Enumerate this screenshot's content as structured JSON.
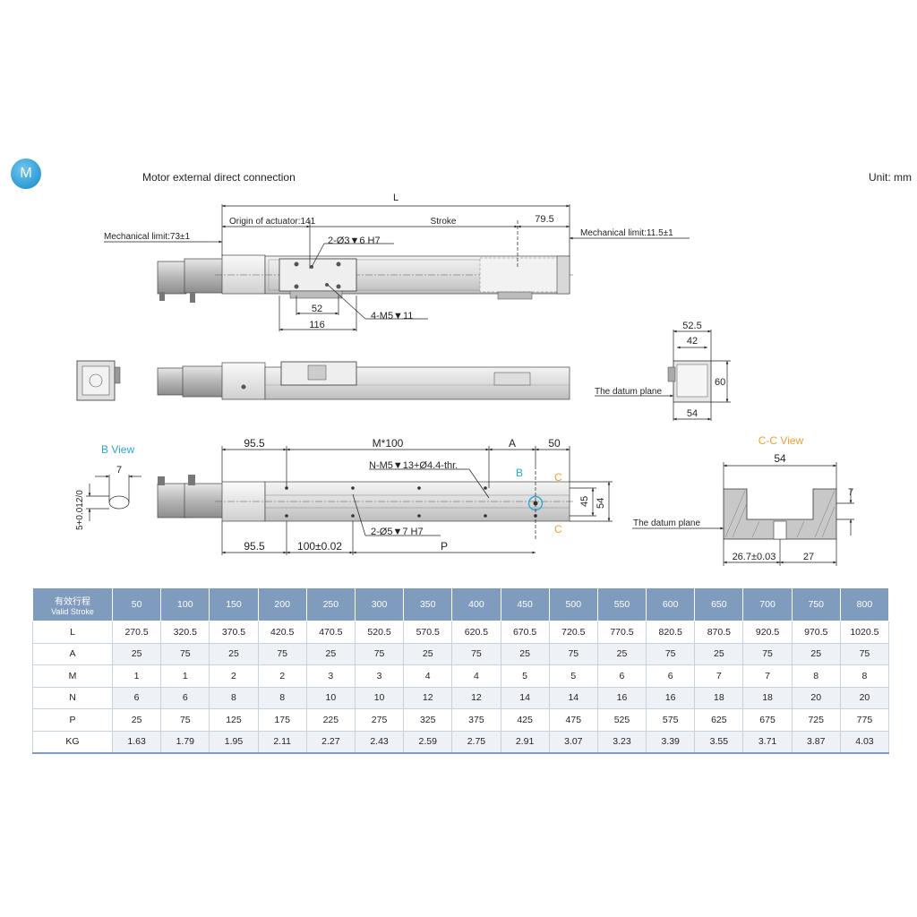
{
  "badge": "M",
  "title": "Motor external direct connection",
  "unit": "Unit: mm",
  "top_view": {
    "dim_L": "L",
    "origin": "Origin of actuator:141",
    "stroke": "Stroke",
    "dim_79_5": "79.5",
    "mech_left": "Mechanical limit:73±1",
    "mech_right": "Mechanical limit:11.5±1",
    "holes_h7": "2-Ø3▼6 H7",
    "holes_m5": "4-M5▼11",
    "dim_52": "52",
    "dim_116": "116"
  },
  "end_view": {
    "dim_52_5": "52.5",
    "dim_42": "42",
    "dim_60": "60",
    "dim_54": "54",
    "datum": "The datum plane"
  },
  "bottom_view": {
    "b_view": "B View",
    "dim_7": "7",
    "tol": "5+0.012/0",
    "dim_95_5_top": "95.5",
    "m100": "M*100",
    "dim_A": "A",
    "dim_50": "50",
    "nm5": "N-M5▼13+Ø4.4-thr.",
    "mark_B": "B",
    "mark_C1": "C",
    "mark_C2": "C",
    "dim_45": "45",
    "dim_54": "54",
    "holes_5": "2-Ø5▼7 H7",
    "dim_95_5_bot": "95.5",
    "dim_100": "100±0.02",
    "dim_P": "P"
  },
  "section_view": {
    "title": "C-C View",
    "dim_54": "54",
    "dim_7": "7",
    "datum": "The datum plane",
    "dim_26_7": "26.7±0.03",
    "dim_27": "27"
  },
  "table": {
    "header_cn": "有效行程",
    "header_en": "Valid Stroke",
    "strokes": [
      "50",
      "100",
      "150",
      "200",
      "250",
      "300",
      "350",
      "400",
      "450",
      "500",
      "550",
      "600",
      "650",
      "700",
      "750",
      "800"
    ],
    "rows": [
      {
        "label": "L",
        "values": [
          "270.5",
          "320.5",
          "370.5",
          "420.5",
          "470.5",
          "520.5",
          "570.5",
          "620.5",
          "670.5",
          "720.5",
          "770.5",
          "820.5",
          "870.5",
          "920.5",
          "970.5",
          "1020.5"
        ]
      },
      {
        "label": "A",
        "values": [
          "25",
          "75",
          "25",
          "75",
          "25",
          "75",
          "25",
          "75",
          "25",
          "75",
          "25",
          "75",
          "25",
          "75",
          "25",
          "75"
        ]
      },
      {
        "label": "M",
        "values": [
          "1",
          "1",
          "2",
          "2",
          "3",
          "3",
          "4",
          "4",
          "5",
          "5",
          "6",
          "6",
          "7",
          "7",
          "8",
          "8"
        ]
      },
      {
        "label": "N",
        "values": [
          "6",
          "6",
          "8",
          "8",
          "10",
          "10",
          "12",
          "12",
          "14",
          "14",
          "16",
          "16",
          "18",
          "18",
          "20",
          "20"
        ]
      },
      {
        "label": "P",
        "values": [
          "25",
          "75",
          "125",
          "175",
          "225",
          "275",
          "325",
          "375",
          "425",
          "475",
          "525",
          "575",
          "625",
          "675",
          "725",
          "775"
        ]
      },
      {
        "label": "KG",
        "values": [
          "1.63",
          "1.79",
          "1.95",
          "2.11",
          "2.27",
          "2.43",
          "2.59",
          "2.75",
          "2.91",
          "3.07",
          "3.23",
          "3.39",
          "3.55",
          "3.71",
          "3.87",
          "4.03"
        ]
      }
    ]
  },
  "colors": {
    "accent_blue": "#2aa7d8",
    "accent_orange": "#f0a030",
    "table_header": "#7f9bbd"
  }
}
